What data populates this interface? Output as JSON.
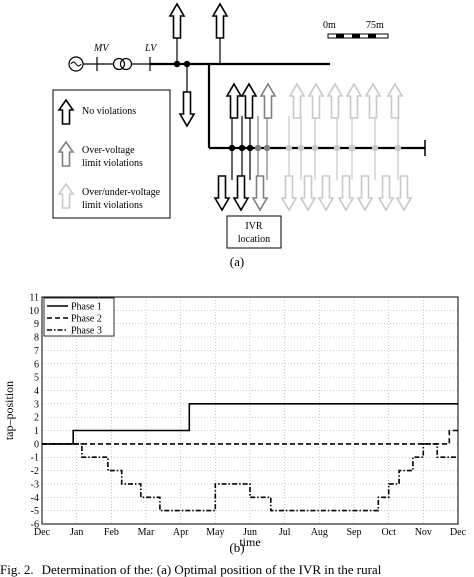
{
  "diagram": {
    "mv_label": "MV",
    "lv_label": "LV",
    "scale_start": "0m",
    "scale_end": "75m",
    "legend": [
      {
        "text_lines": [
          "No violations"
        ],
        "color": "#000000"
      },
      {
        "text_lines": [
          "Over-voltage",
          "limit violations"
        ],
        "color": "#808080"
      },
      {
        "text_lines": [
          "Over/under-voltage",
          "limit violations"
        ],
        "color": "#c8c8c8"
      }
    ],
    "ivr_lines": [
      "IVR",
      "location"
    ],
    "panel_label": "(a)"
  },
  "chart_data": {
    "type": "line",
    "x_tick_labels": [
      "Dec",
      "Jan",
      "Feb",
      "Mar",
      "Apr",
      "May",
      "Jun",
      "Jul",
      "Aug",
      "Sep",
      "Oct",
      "Nov",
      "Dec"
    ],
    "xlabel": "time",
    "ylabel": "tap–position",
    "ylim": [
      -6,
      11
    ],
    "y_ticks": [
      11,
      10,
      9,
      8,
      7,
      6,
      5,
      4,
      3,
      2,
      1,
      0,
      -1,
      -2,
      -3,
      -4,
      -5,
      -6
    ],
    "grid": true,
    "legend_position": "top-left",
    "series": [
      {
        "name": "Phase 1",
        "style": "solid",
        "x": [
          0,
          0.9,
          0.9,
          4.25,
          4.25,
          12
        ],
        "y": [
          0,
          0,
          1,
          1,
          3,
          3
        ]
      },
      {
        "name": "Phase 2",
        "style": "dashed",
        "x": [
          0,
          11.75,
          11.75,
          12
        ],
        "y": [
          0,
          0,
          1,
          1
        ]
      },
      {
        "name": "Phase 3",
        "style": "dashdot",
        "x": [
          0,
          1.15,
          1.15,
          1.9,
          1.9,
          2.3,
          2.3,
          2.85,
          2.85,
          3.4,
          3.4,
          5.0,
          5.0,
          6.0,
          6.0,
          6.6,
          6.6,
          9.7,
          9.7,
          10.0,
          10.0,
          10.3,
          10.3,
          10.7,
          10.7,
          11.0,
          11.0,
          11.4,
          11.4,
          12
        ],
        "y": [
          0,
          0,
          -1,
          -1,
          -2,
          -2,
          -3,
          -3,
          -4,
          -4,
          -5,
          -5,
          -3,
          -3,
          -4,
          -4,
          -5,
          -5,
          -4,
          -4,
          -3,
          -3,
          -2,
          -2,
          -1,
          -1,
          0,
          0,
          -1,
          -1
        ]
      }
    ],
    "panel_label": "(b)"
  },
  "caption": {
    "prefix": "Fig. 2.",
    "text": "Determination of the: (a) Optimal position of the IVR in the rural"
  }
}
